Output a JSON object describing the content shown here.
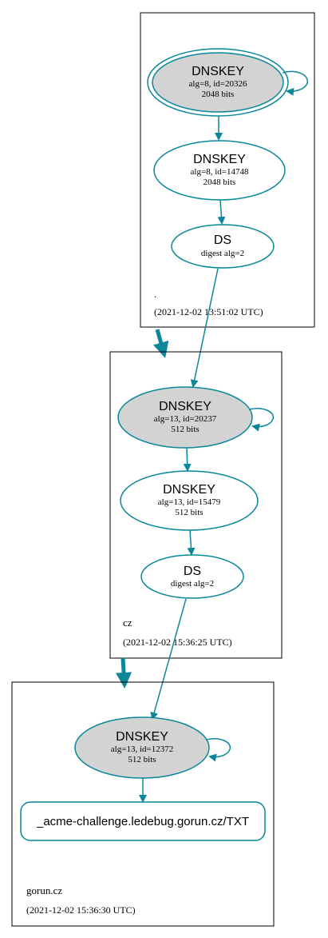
{
  "colors": {
    "edge": "#0a879a",
    "ksk_fill": "#d3d3d3",
    "border": "#000000"
  },
  "zones": [
    {
      "name": ".",
      "timestamp": "(2021-12-02 13:51:02 UTC)",
      "nodes": [
        {
          "title": "DNSKEY",
          "line1": "alg=8, id=20326",
          "line2": "2048 bits"
        },
        {
          "title": "DNSKEY",
          "line1": "alg=8, id=14748",
          "line2": "2048 bits"
        },
        {
          "title": "DS",
          "line1": "digest alg=2"
        }
      ]
    },
    {
      "name": "cz",
      "timestamp": "(2021-12-02 15:36:25 UTC)",
      "nodes": [
        {
          "title": "DNSKEY",
          "line1": "alg=13, id=20237",
          "line2": "512 bits"
        },
        {
          "title": "DNSKEY",
          "line1": "alg=13, id=15479",
          "line2": "512 bits"
        },
        {
          "title": "DS",
          "line1": "digest alg=2"
        }
      ]
    },
    {
      "name": "gorun.cz",
      "timestamp": "(2021-12-02 15:36:30 UTC)",
      "nodes": [
        {
          "title": "DNSKEY",
          "line1": "alg=13, id=12372",
          "line2": "512 bits"
        }
      ],
      "record": "_acme-challenge.ledebug.gorun.cz/TXT"
    }
  ]
}
